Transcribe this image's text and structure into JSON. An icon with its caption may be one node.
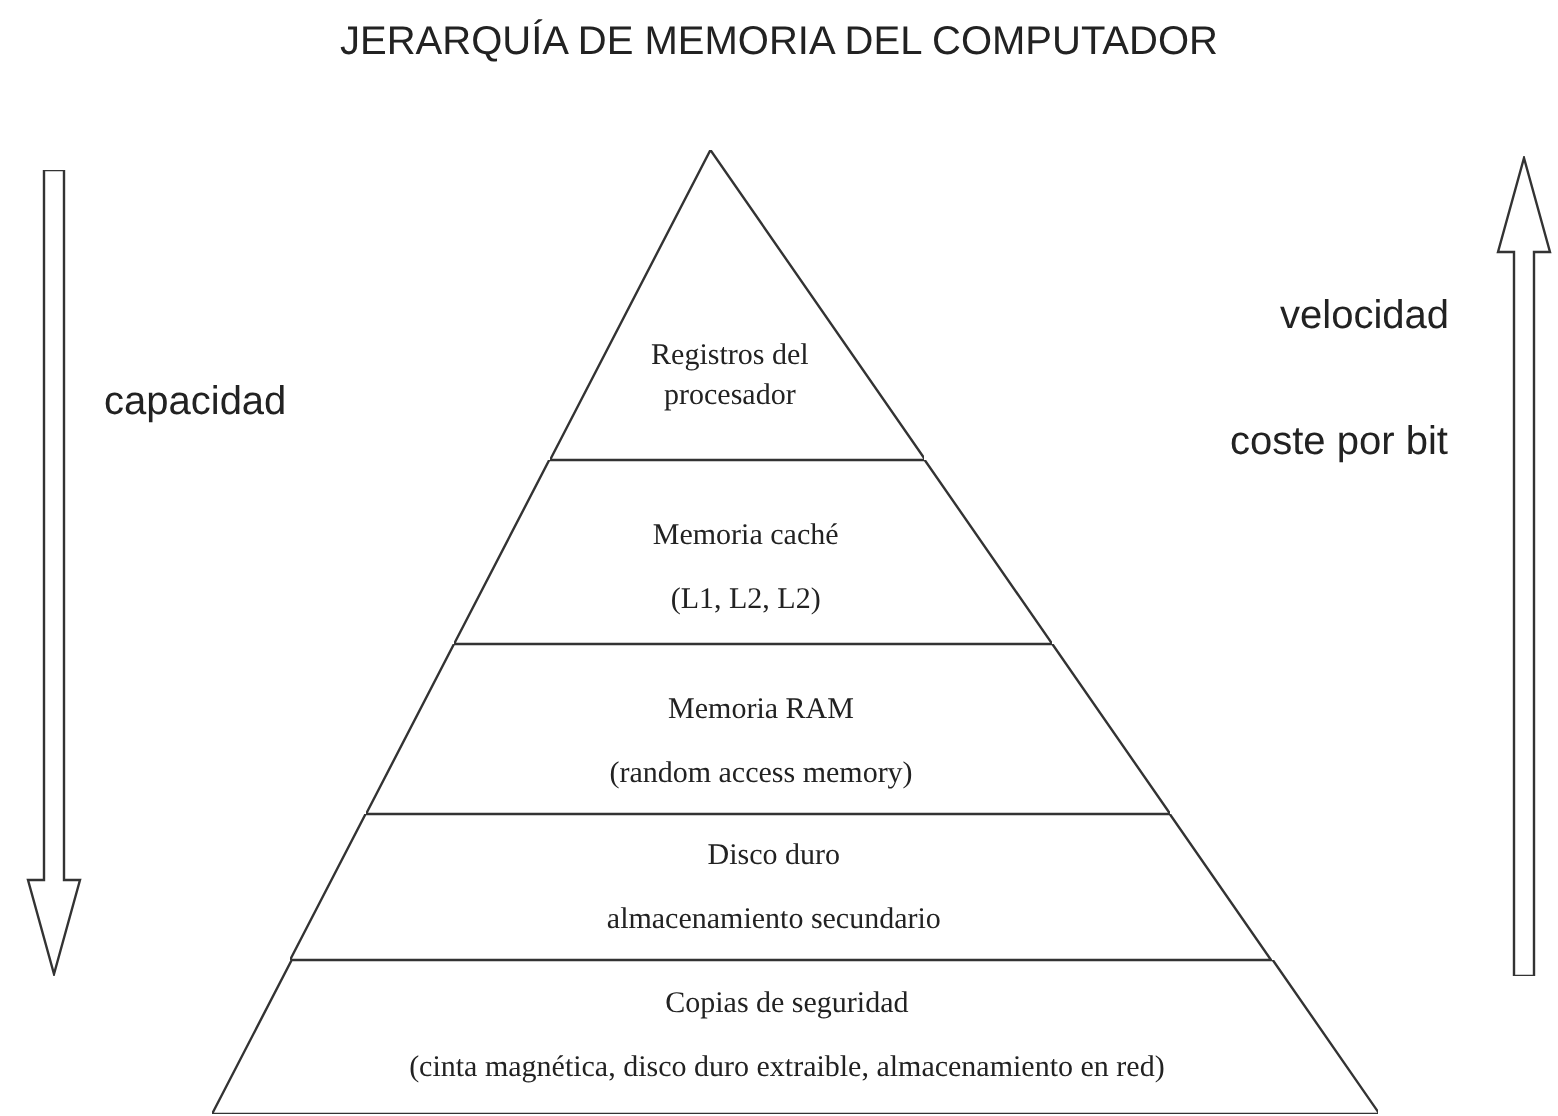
{
  "diagram": {
    "title": "JERARQUÍA DE MEMORIA DEL COMPUTADOR",
    "nodes": [
      {
        "text": [
          "Registros del procesador"
        ]
      },
      {
        "text": [
          "Memoria caché",
          "(L1, L2, L2)"
        ]
      },
      {
        "text": [
          "Memoria RAM",
          "(random access memory)"
        ]
      },
      {
        "text": [
          "Disco duro",
          "almacenamiento secundario"
        ]
      },
      {
        "text": [
          "Copias de seguridad",
          "(cinta magnética, disco duro extraible, almacenamiento en red)"
        ]
      }
    ],
    "edges": [],
    "labels": [
      "capacidad",
      "velocidad",
      "coste por bit"
    ]
  }
}
